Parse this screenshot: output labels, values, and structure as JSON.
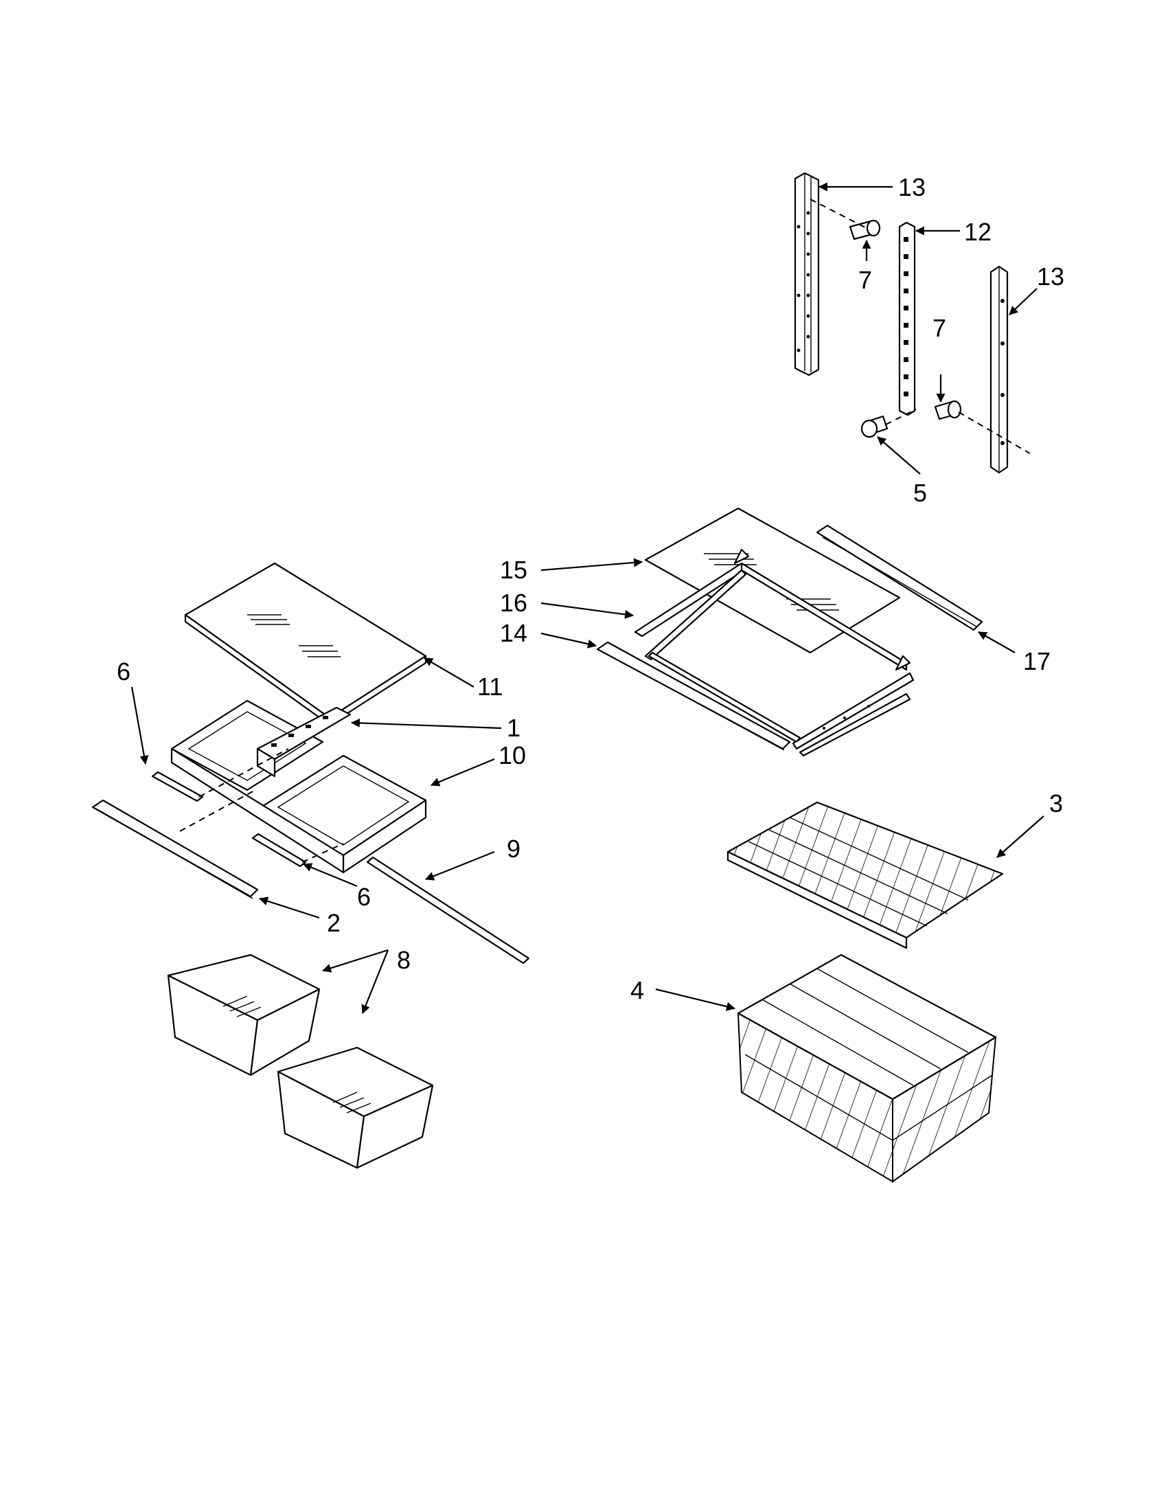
{
  "callouts": [
    {
      "id": "c13a",
      "label": "13"
    },
    {
      "id": "c12",
      "label": "12"
    },
    {
      "id": "c13b",
      "label": "13"
    },
    {
      "id": "c7a",
      "label": "7"
    },
    {
      "id": "c7b",
      "label": "7"
    },
    {
      "id": "c5",
      "label": "5"
    },
    {
      "id": "c15",
      "label": "15"
    },
    {
      "id": "c16",
      "label": "16"
    },
    {
      "id": "c14",
      "label": "14"
    },
    {
      "id": "c17",
      "label": "17"
    },
    {
      "id": "c11",
      "label": "11"
    },
    {
      "id": "c1",
      "label": "1"
    },
    {
      "id": "c10",
      "label": "10"
    },
    {
      "id": "c6a",
      "label": "6"
    },
    {
      "id": "c6b",
      "label": "6"
    },
    {
      "id": "c9",
      "label": "9"
    },
    {
      "id": "c2",
      "label": "2"
    },
    {
      "id": "c3",
      "label": "3"
    },
    {
      "id": "c8",
      "label": "8"
    },
    {
      "id": "c4",
      "label": "4"
    }
  ]
}
